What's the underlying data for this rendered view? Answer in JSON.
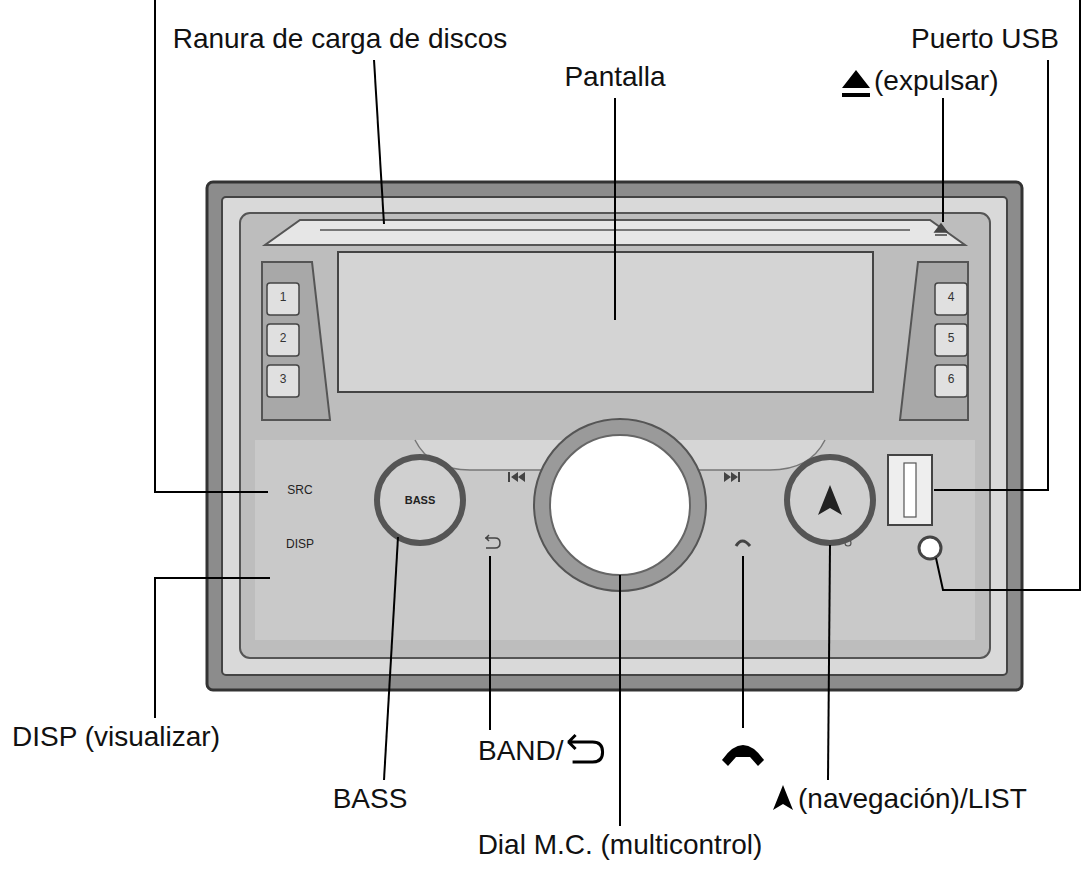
{
  "diagram": {
    "labels": [
      "Ranura de carga de discos",
      "Pantalla",
      "(expulsar)",
      "Puerto USB",
      "1",
      "2",
      "3",
      "4",
      "5",
      "6",
      "SRC",
      "DISP",
      "BASS",
      "DISP (visualizar)",
      "BASS",
      "BAND/",
      "(navegación)/LIST",
      "Dial M.C. (multicontrol)"
    ]
  }
}
